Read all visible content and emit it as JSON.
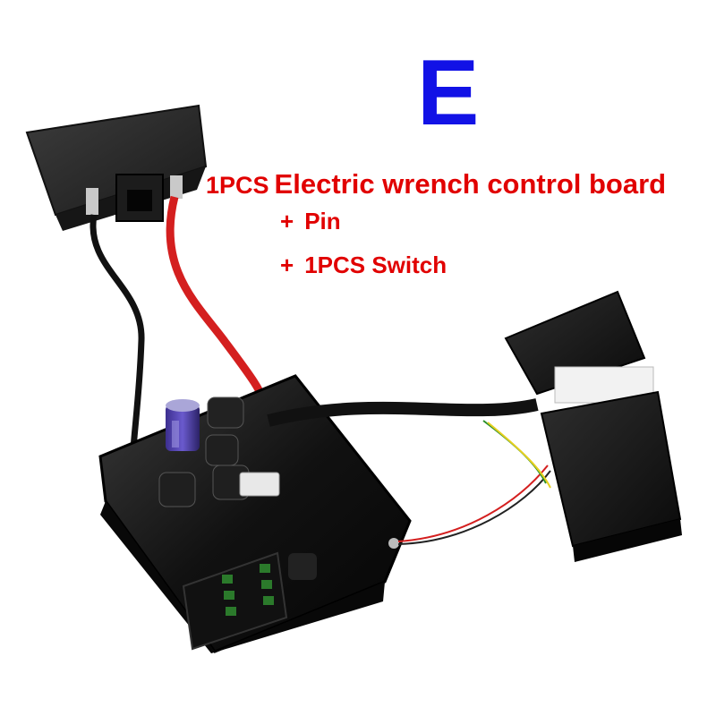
{
  "product": {
    "variant_letter": "E",
    "line1_quantity": "1PCS",
    "line1_text": "Electric wrench control board",
    "line2_plus": "+",
    "line2_text": "Pin",
    "line3_plus": "+",
    "line3_text": "1PCS Switch"
  },
  "colors": {
    "variant_letter": "#1212e6",
    "caption_text": "#e10000"
  }
}
